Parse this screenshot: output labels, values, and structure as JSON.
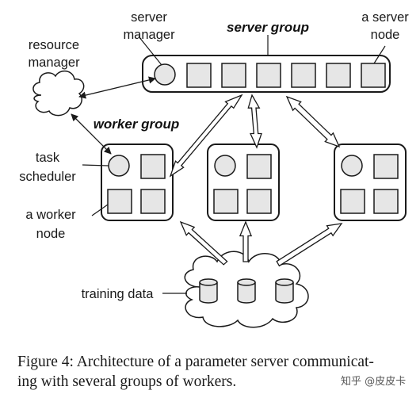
{
  "labels": {
    "server_manager": [
      "server",
      "manager"
    ],
    "server_group": "server group",
    "a_server_node": [
      "a server",
      "node"
    ],
    "resource_manager": [
      "resource",
      "manager"
    ],
    "worker_group": "worker group",
    "task_scheduler": [
      "task",
      "scheduler"
    ],
    "a_worker_node": [
      "a worker",
      "node"
    ],
    "training_data": "training data"
  },
  "caption": {
    "line1": "Figure 4: Architecture of a parameter server communicat-",
    "line2": "ing with several groups of workers."
  },
  "watermark": "知乎 @皮皮卡",
  "colors": {
    "node_fill": "#e6e6e6",
    "stroke": "#1a1a1a",
    "background": "#ffffff"
  }
}
